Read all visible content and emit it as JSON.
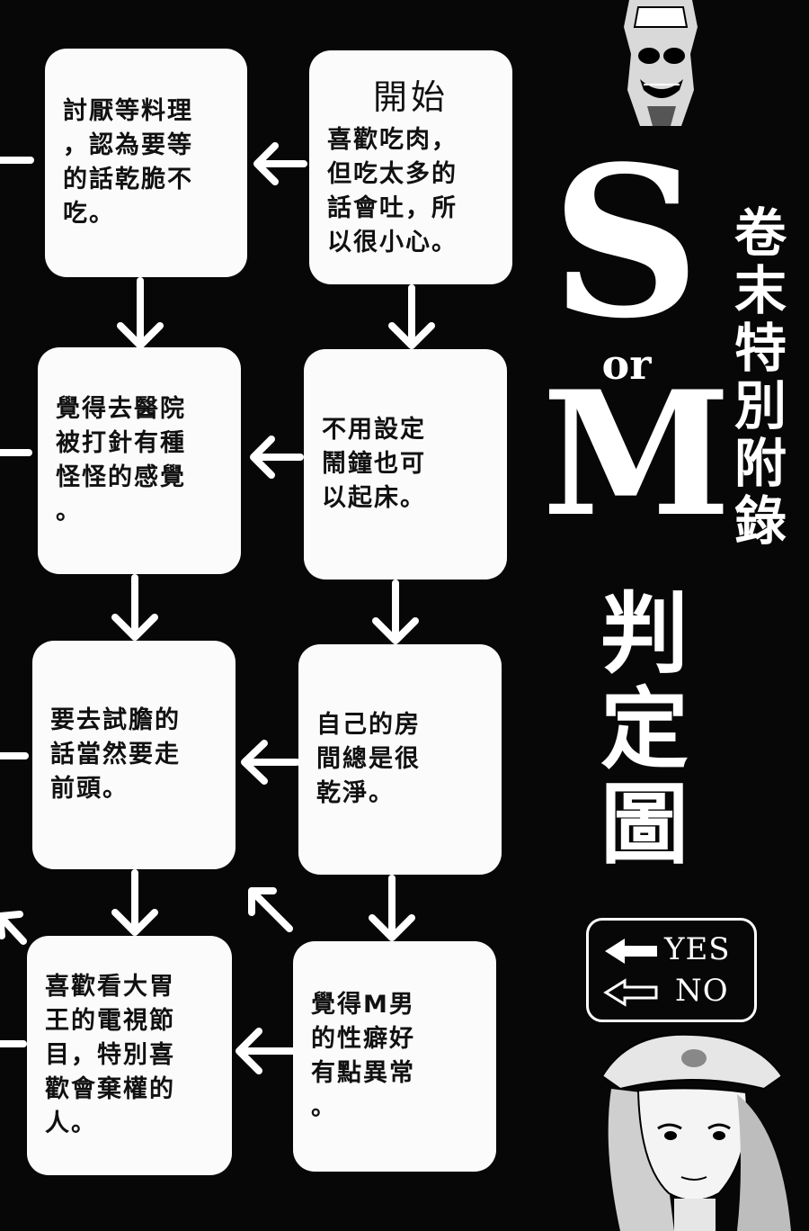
{
  "title": {
    "big_s": "S",
    "big_or": "or",
    "big_m": "M",
    "subtitle": "卷末特別附錄",
    "chart": "判定圖"
  },
  "legend": {
    "yes": "YES",
    "no": "NO"
  },
  "boxes": {
    "start_heading": "開始",
    "b1": "喜歡吃肉，\n但吃太多的\n話會吐，所\n以很小心。",
    "b2": "討厭等料理\n，認為要等\n的話乾脆不\n吃。",
    "b3": "不用設定\n鬧鐘也可\n以起床。",
    "b4": "覺得去醫院\n被打針有種\n怪怪的感覺\n。",
    "b5": "自己的房\n間總是很\n乾淨。",
    "b6": "要去試膽的\n話當然要走\n前頭。",
    "b7": "覺得M男\n的性癖好\n有點異常\n。",
    "b8": "喜歡看大胃\n王的電視節\n目，特別喜\n歡會棄權的\n人。"
  },
  "colors": {
    "background": "#070707",
    "box": "#fbfbfb",
    "ink": "#111111"
  }
}
